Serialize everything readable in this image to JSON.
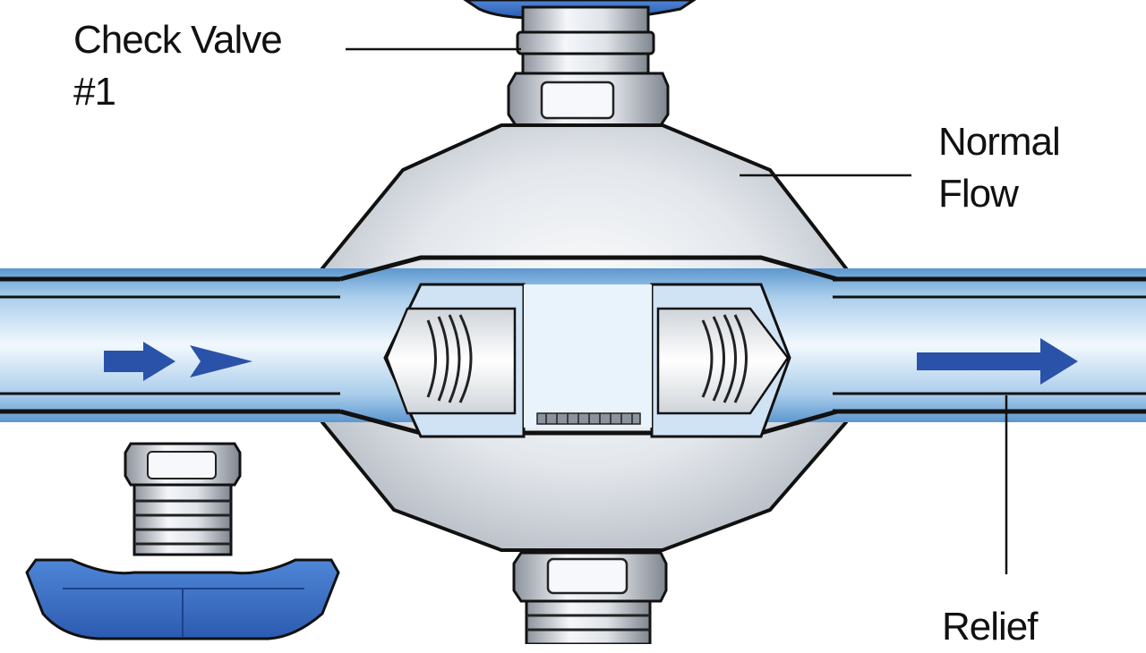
{
  "labels": {
    "check_valve": {
      "line1": "Check Valve",
      "line2": "#1"
    },
    "normal_flow": {
      "line1": "Normal",
      "line2": "Flow"
    },
    "relief": {
      "line1": "Relief"
    }
  },
  "colors": {
    "outline": "#111111",
    "steel_light": "#f4f6fa",
    "steel_mid": "#c9ced6",
    "steel_dark": "#8d939c",
    "fluid_light": "#e6f1fb",
    "fluid_mid": "#a9cdeb",
    "fluid_dark": "#5d97cf",
    "handle_blue": "#3a6fc4",
    "arrow_blue": "#2a52a8"
  },
  "icons": {
    "flow_arrows_in": "arrow-right-icon",
    "flow_arrow_out": "arrow-right-icon"
  }
}
